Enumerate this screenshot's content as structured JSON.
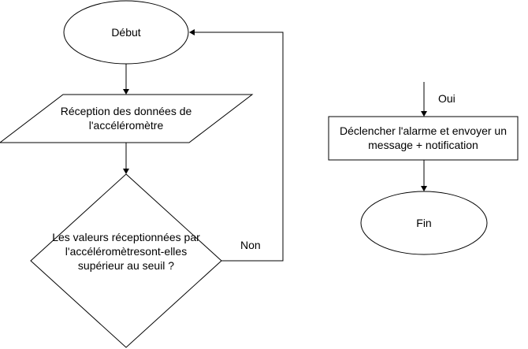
{
  "flowchart": {
    "nodes": {
      "start": {
        "text": "Début"
      },
      "reception": {
        "text": "Réception des données de l'accéléromètre"
      },
      "decision": {
        "text": "Les valeurs réceptionnées par l'accéléromètresont-elles supérieur au seuil ?"
      },
      "action": {
        "text": "Déclencher l'alarme et envoyer un message + notification"
      },
      "end": {
        "text": "Fin"
      }
    },
    "edges": {
      "no_label": "Non",
      "yes_label": "Oui"
    }
  }
}
